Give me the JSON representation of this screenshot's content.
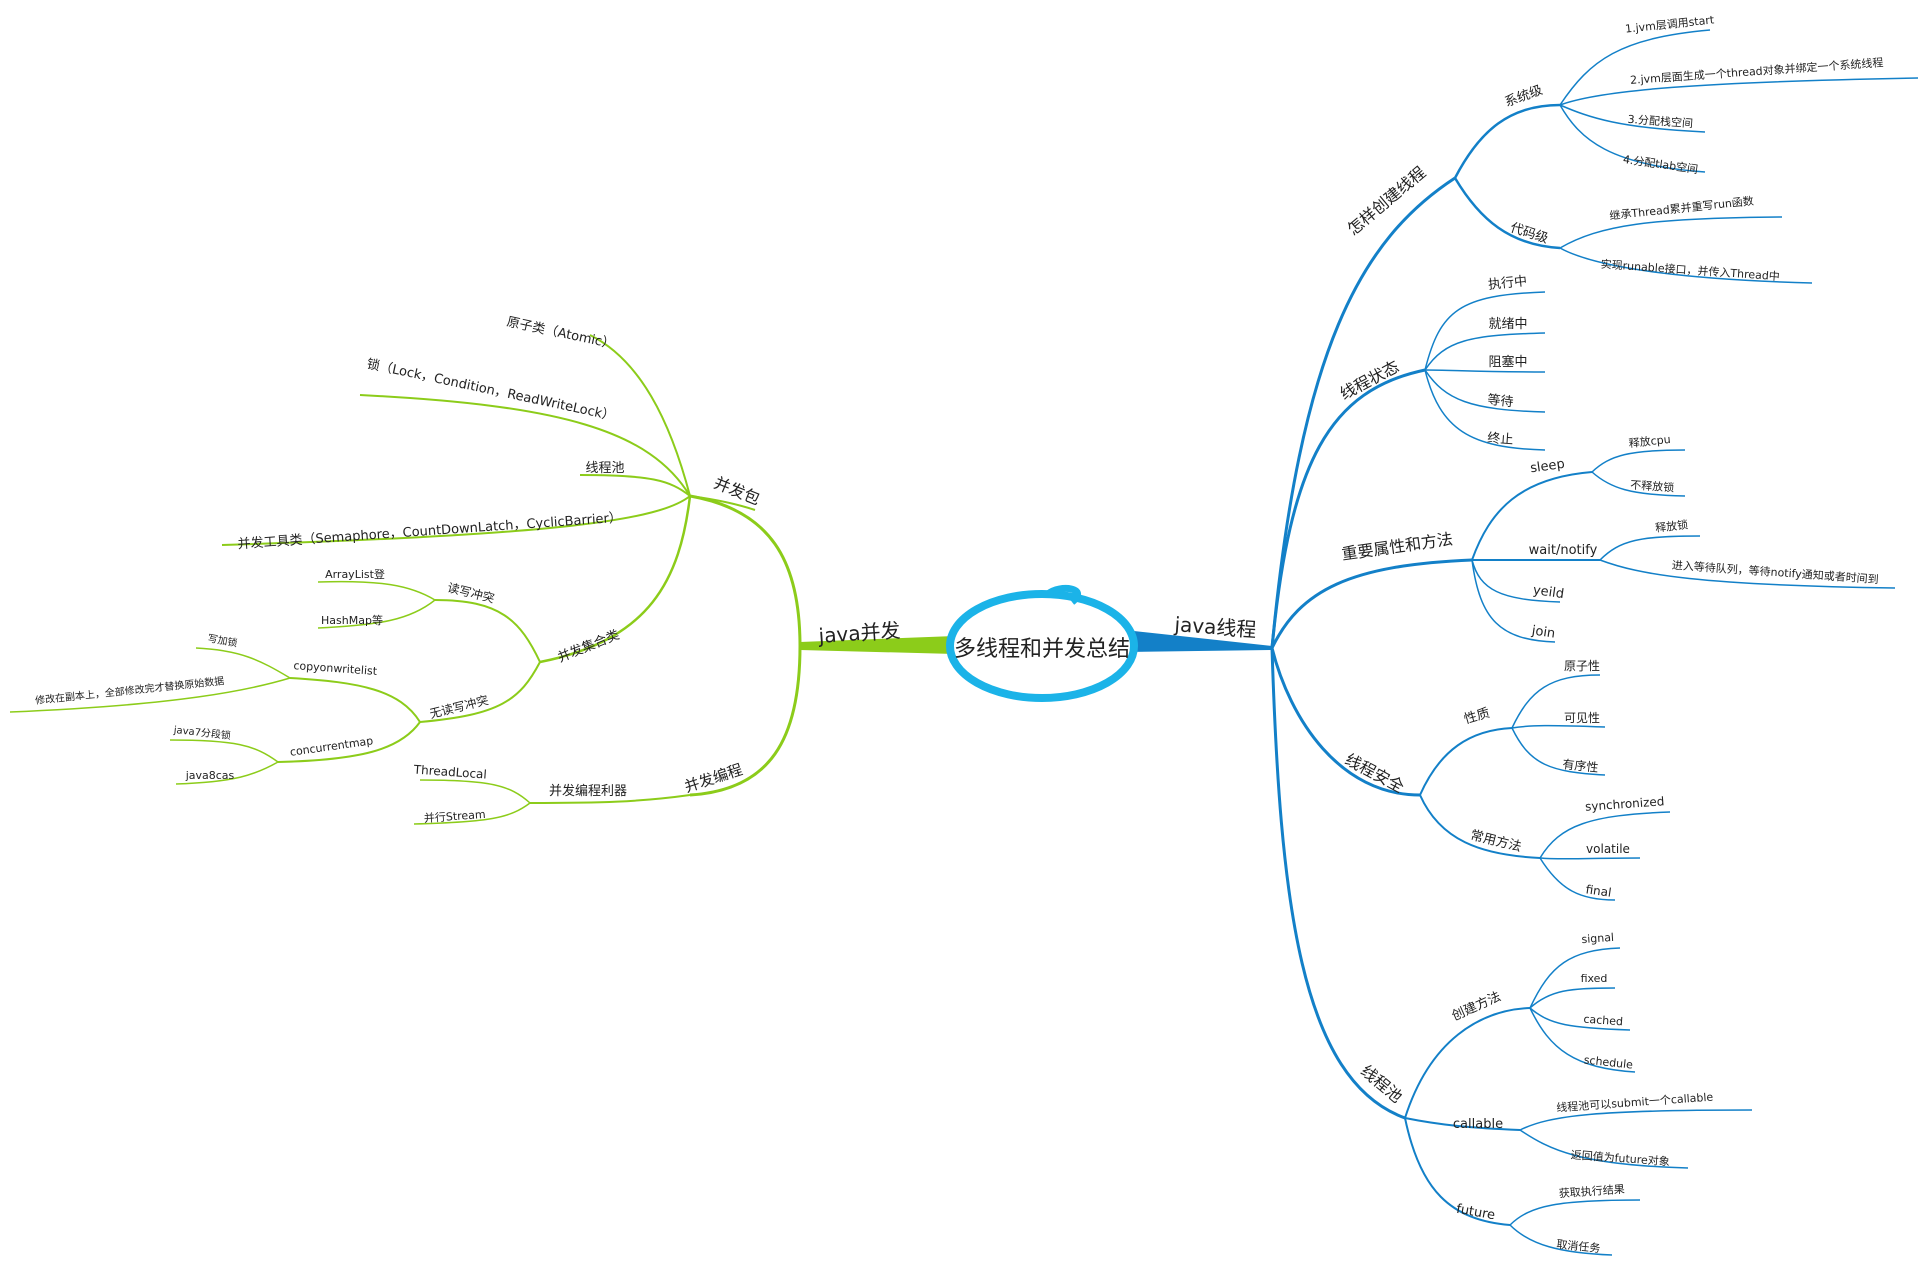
{
  "colors": {
    "left": "#8ccc1a",
    "right": "#1380c8",
    "center_ellipse": "#1bb3e8",
    "text": "#222222"
  },
  "center": {
    "title": "多线程和并发总结"
  },
  "left": {
    "label": "java并发",
    "groups": {
      "pkg": {
        "label": "并发包",
        "items": [
          "原子类（Atomic）",
          "锁（Lock，Condition，ReadWriteLock）",
          "线程池",
          "并发工具类（Semaphore，CountDownLatch，CyclicBarrier）"
        ]
      },
      "collections": {
        "label": "并发集合类",
        "rw": {
          "label": "读写冲突",
          "items": [
            "ArrayList登",
            "HashMap等"
          ]
        },
        "norw": {
          "label": "无读写冲突",
          "cow": {
            "label": "copyonwritelist",
            "items": [
              "写加锁",
              "修改在副本上，全部修改完才替换原始数据"
            ]
          },
          "cmap": {
            "label": "concurrentmap",
            "items": [
              "java7分段锁",
              "java8cas"
            ]
          }
        }
      },
      "prog": {
        "label": "并发编程",
        "tools": {
          "label": "并发编程利器",
          "items": [
            "ThreadLocal",
            "并行Stream"
          ]
        }
      }
    }
  },
  "right": {
    "label": "java线程",
    "groups": {
      "create": {
        "label": "怎样创建线程",
        "sys": {
          "label": "系统级",
          "items": [
            "1.jvm层调用start",
            "2.jvm层面生成一个thread对象并绑定一个系统线程",
            "3.分配栈空间",
            "4.分配tlab空间"
          ]
        },
        "code": {
          "label": "代码级",
          "items": [
            "继承Thread累并重写run函数",
            "实现runable接口，并传入Thread中"
          ]
        }
      },
      "state": {
        "label": "线程状态",
        "items": [
          "执行中",
          "就绪中",
          "阻塞中",
          "等待",
          "终止"
        ]
      },
      "attrs": {
        "label": "重要属性和方法",
        "sleep": {
          "label": "sleep",
          "items": [
            "释放cpu",
            "不释放锁"
          ]
        },
        "wait": {
          "label": "wait/notify",
          "items": [
            "释放锁",
            "进入等待队列，等待notify通知或者时间到"
          ]
        },
        "yeild": "yeild",
        "join": "join"
      },
      "safety": {
        "label": "线程安全",
        "nature": {
          "label": "性质",
          "items": [
            "原子性",
            "可见性",
            "有序性"
          ]
        },
        "methods": {
          "label": "常用方法",
          "items": [
            "synchronized",
            "volatile",
            "final"
          ]
        }
      },
      "pool": {
        "label": "线程池",
        "make": {
          "label": "创建方法",
          "items": [
            "signal",
            "fixed",
            "cached",
            "schedule"
          ]
        },
        "callable": {
          "label": "callable",
          "items": [
            "线程池可以submit一个callable",
            "返回值为future对象"
          ]
        },
        "future": {
          "label": "future",
          "items": [
            "获取执行结果",
            "取消任务"
          ]
        }
      }
    }
  }
}
